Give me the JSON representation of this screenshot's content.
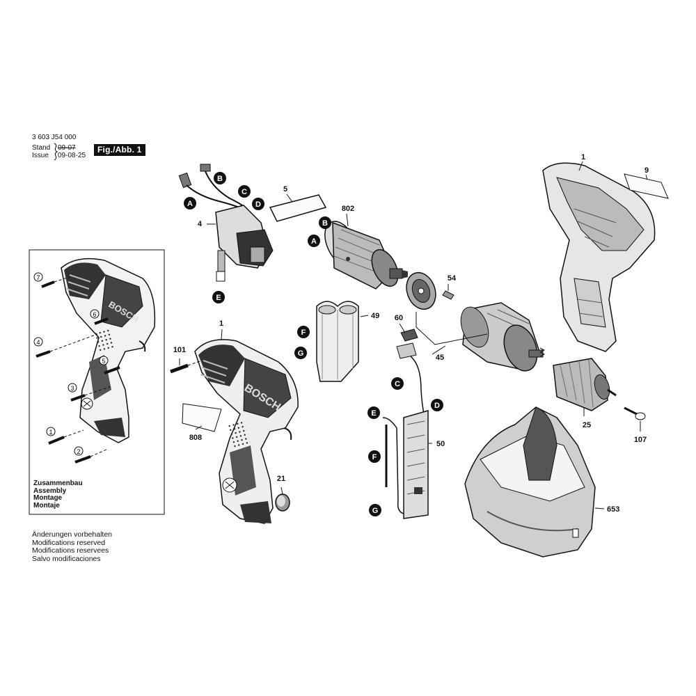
{
  "header": {
    "part_number": "3 603 J54 000",
    "stand_label": "Stand",
    "stand_date": "09-07",
    "issue_label": "Issue",
    "issue_date": "09-08-25",
    "figure_label": "Fig./Abb. 1"
  },
  "brand": "BOSCH",
  "assembly_box": {
    "title_lines": [
      "Zusammenbau",
      "Assembly",
      "Montage",
      "Montaje"
    ],
    "screw_sequence": [
      "1",
      "2",
      "3",
      "4",
      "5",
      "6",
      "7"
    ]
  },
  "notes": [
    "Änderungen vorbehalten",
    "Modifications reserved",
    "Modifications reservees",
    "Salvo modificaciones"
  ],
  "parts": [
    {
      "id": "p1a",
      "label": "1",
      "name": "Housing half (right)"
    },
    {
      "id": "p1b",
      "label": "1",
      "name": "Housing half (left)"
    },
    {
      "id": "p4",
      "label": "4",
      "name": "Switch"
    },
    {
      "id": "p5",
      "label": "5",
      "name": "Label/pad"
    },
    {
      "id": "p9",
      "label": "9",
      "name": "Label"
    },
    {
      "id": "p21",
      "label": "21",
      "name": "Button"
    },
    {
      "id": "p25",
      "label": "25",
      "name": "Keyless chuck"
    },
    {
      "id": "p45",
      "label": "45",
      "name": "Gearbox"
    },
    {
      "id": "p49",
      "label": "49",
      "name": "Battery pack"
    },
    {
      "id": "p50",
      "label": "50",
      "name": "Circuit board"
    },
    {
      "id": "p54",
      "label": "54",
      "name": "Screw"
    },
    {
      "id": "p60",
      "label": "60",
      "name": "Switch contact"
    },
    {
      "id": "p101",
      "label": "101",
      "name": "Screw"
    },
    {
      "id": "p107",
      "label": "107",
      "name": "Screw"
    },
    {
      "id": "p653",
      "label": "653",
      "name": "Charger"
    },
    {
      "id": "p802",
      "label": "802",
      "name": "DC motor"
    },
    {
      "id": "p808",
      "label": "808",
      "name": "Nameplate"
    }
  ],
  "connectors": [
    "A",
    "B",
    "C",
    "D",
    "E",
    "F",
    "G"
  ]
}
